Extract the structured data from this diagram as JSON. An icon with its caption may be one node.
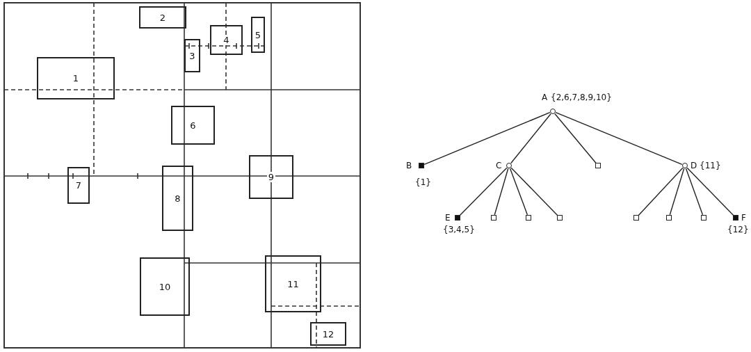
{
  "diagram": {
    "nodes": [
      {
        "text": [
          "1"
        ]
      },
      {
        "text": [
          "2"
        ]
      },
      {
        "text": [
          "3"
        ]
      },
      {
        "text": [
          "4"
        ]
      },
      {
        "text": [
          "5"
        ]
      },
      {
        "text": [
          "6"
        ]
      },
      {
        "text": [
          "7"
        ]
      },
      {
        "text": [
          "8"
        ]
      },
      {
        "text": [
          "9"
        ]
      },
      {
        "text": [
          "10"
        ]
      },
      {
        "text": [
          "11"
        ]
      },
      {
        "text": [
          "12"
        ]
      },
      {
        "text": [
          "A"
        ],
        "beside": [
          "{2,6,7,8,9,10}"
        ]
      },
      {
        "text": [
          "B"
        ],
        "beside": [
          "{1}"
        ]
      },
      {
        "text": [
          "C"
        ]
      },
      {
        "text": [],
        "shape": "box"
      },
      {
        "text": [
          "D"
        ],
        "beside": [
          "{11}"
        ]
      },
      {
        "text": [
          "E"
        ],
        "beside": [
          "{3,4,5}"
        ]
      },
      {
        "text": [],
        "shape": "box"
      },
      {
        "text": [],
        "shape": "box"
      },
      {
        "text": [],
        "shape": "box"
      },
      {
        "text": [],
        "shape": "box"
      },
      {
        "text": [],
        "shape": "box"
      },
      {
        "text": [],
        "shape": "box"
      },
      {
        "text": [
          "F"
        ],
        "beside": [
          "{12}"
        ]
      }
    ],
    "edges": [
      {
        "from": 12,
        "to": 13,
        "arrow": "none"
      },
      {
        "from": 12,
        "to": 14,
        "arrow": "none"
      },
      {
        "from": 12,
        "to": 15,
        "arrow": "none"
      },
      {
        "from": 12,
        "to": 16,
        "arrow": "none"
      },
      {
        "from": 14,
        "to": 17,
        "arrow": "none"
      },
      {
        "from": 14,
        "to": 18,
        "arrow": "none"
      },
      {
        "from": 14,
        "to": 19,
        "arrow": "none"
      },
      {
        "from": 14,
        "to": 20,
        "arrow": "none"
      },
      {
        "from": 16,
        "to": 21,
        "arrow": "none"
      },
      {
        "from": 16,
        "to": 22,
        "arrow": "none"
      },
      {
        "from": 16,
        "to": 23,
        "arrow": "none"
      },
      {
        "from": 16,
        "to": 24,
        "arrow": "none"
      }
    ]
  }
}
